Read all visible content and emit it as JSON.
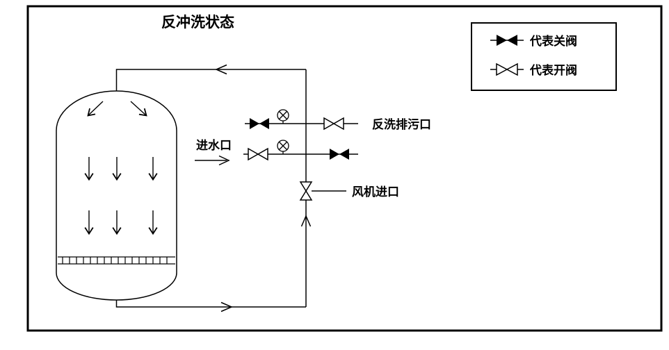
{
  "diagram": {
    "title": "反冲洗状态",
    "legend": {
      "closed_valve_label": "代表关阀",
      "open_valve_label": "代表开阀"
    },
    "labels": {
      "water_inlet": "进水口",
      "backwash_drain_outlet": "反洗排污口",
      "fan_inlet": "风机进口"
    },
    "colors": {
      "ink": "#000000",
      "background": "#ffffff"
    }
  }
}
